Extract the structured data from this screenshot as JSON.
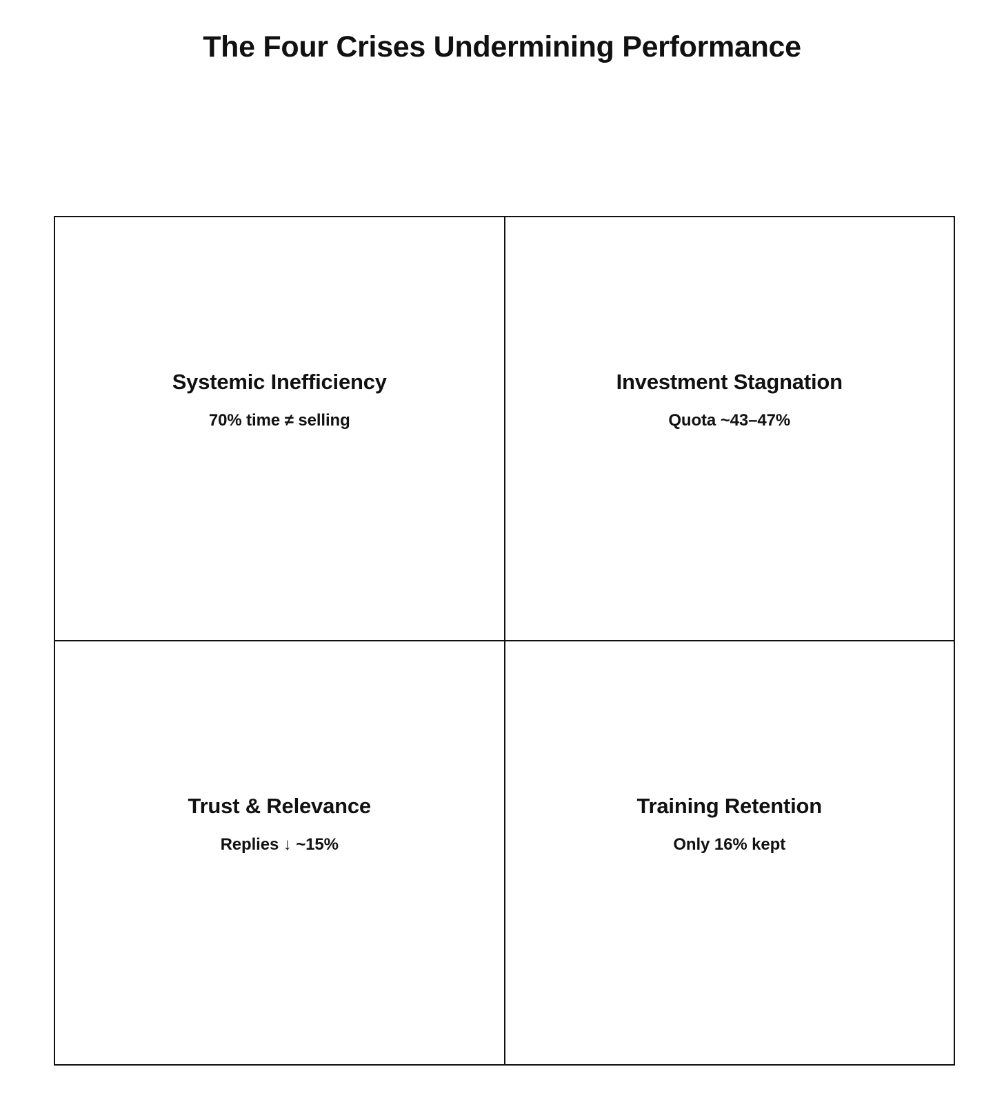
{
  "page": {
    "title": "The Four Crises Undermining Performance",
    "background_color": "#ffffff",
    "text_color": "#111111",
    "border_color": "#111111"
  },
  "matrix": {
    "rows": 2,
    "columns": 2,
    "quadrants": [
      {
        "position": "top-left",
        "title": "Systemic Inefficiency",
        "metric": "70% time ≠ selling"
      },
      {
        "position": "top-right",
        "title": "Investment Stagnation",
        "metric": "Quota ~43–47%"
      },
      {
        "position": "bottom-left",
        "title": "Trust & Relevance",
        "metric": "Replies ↓ ~15%"
      },
      {
        "position": "bottom-right",
        "title": "Training Retention",
        "metric": "Only 16% kept"
      }
    ]
  }
}
